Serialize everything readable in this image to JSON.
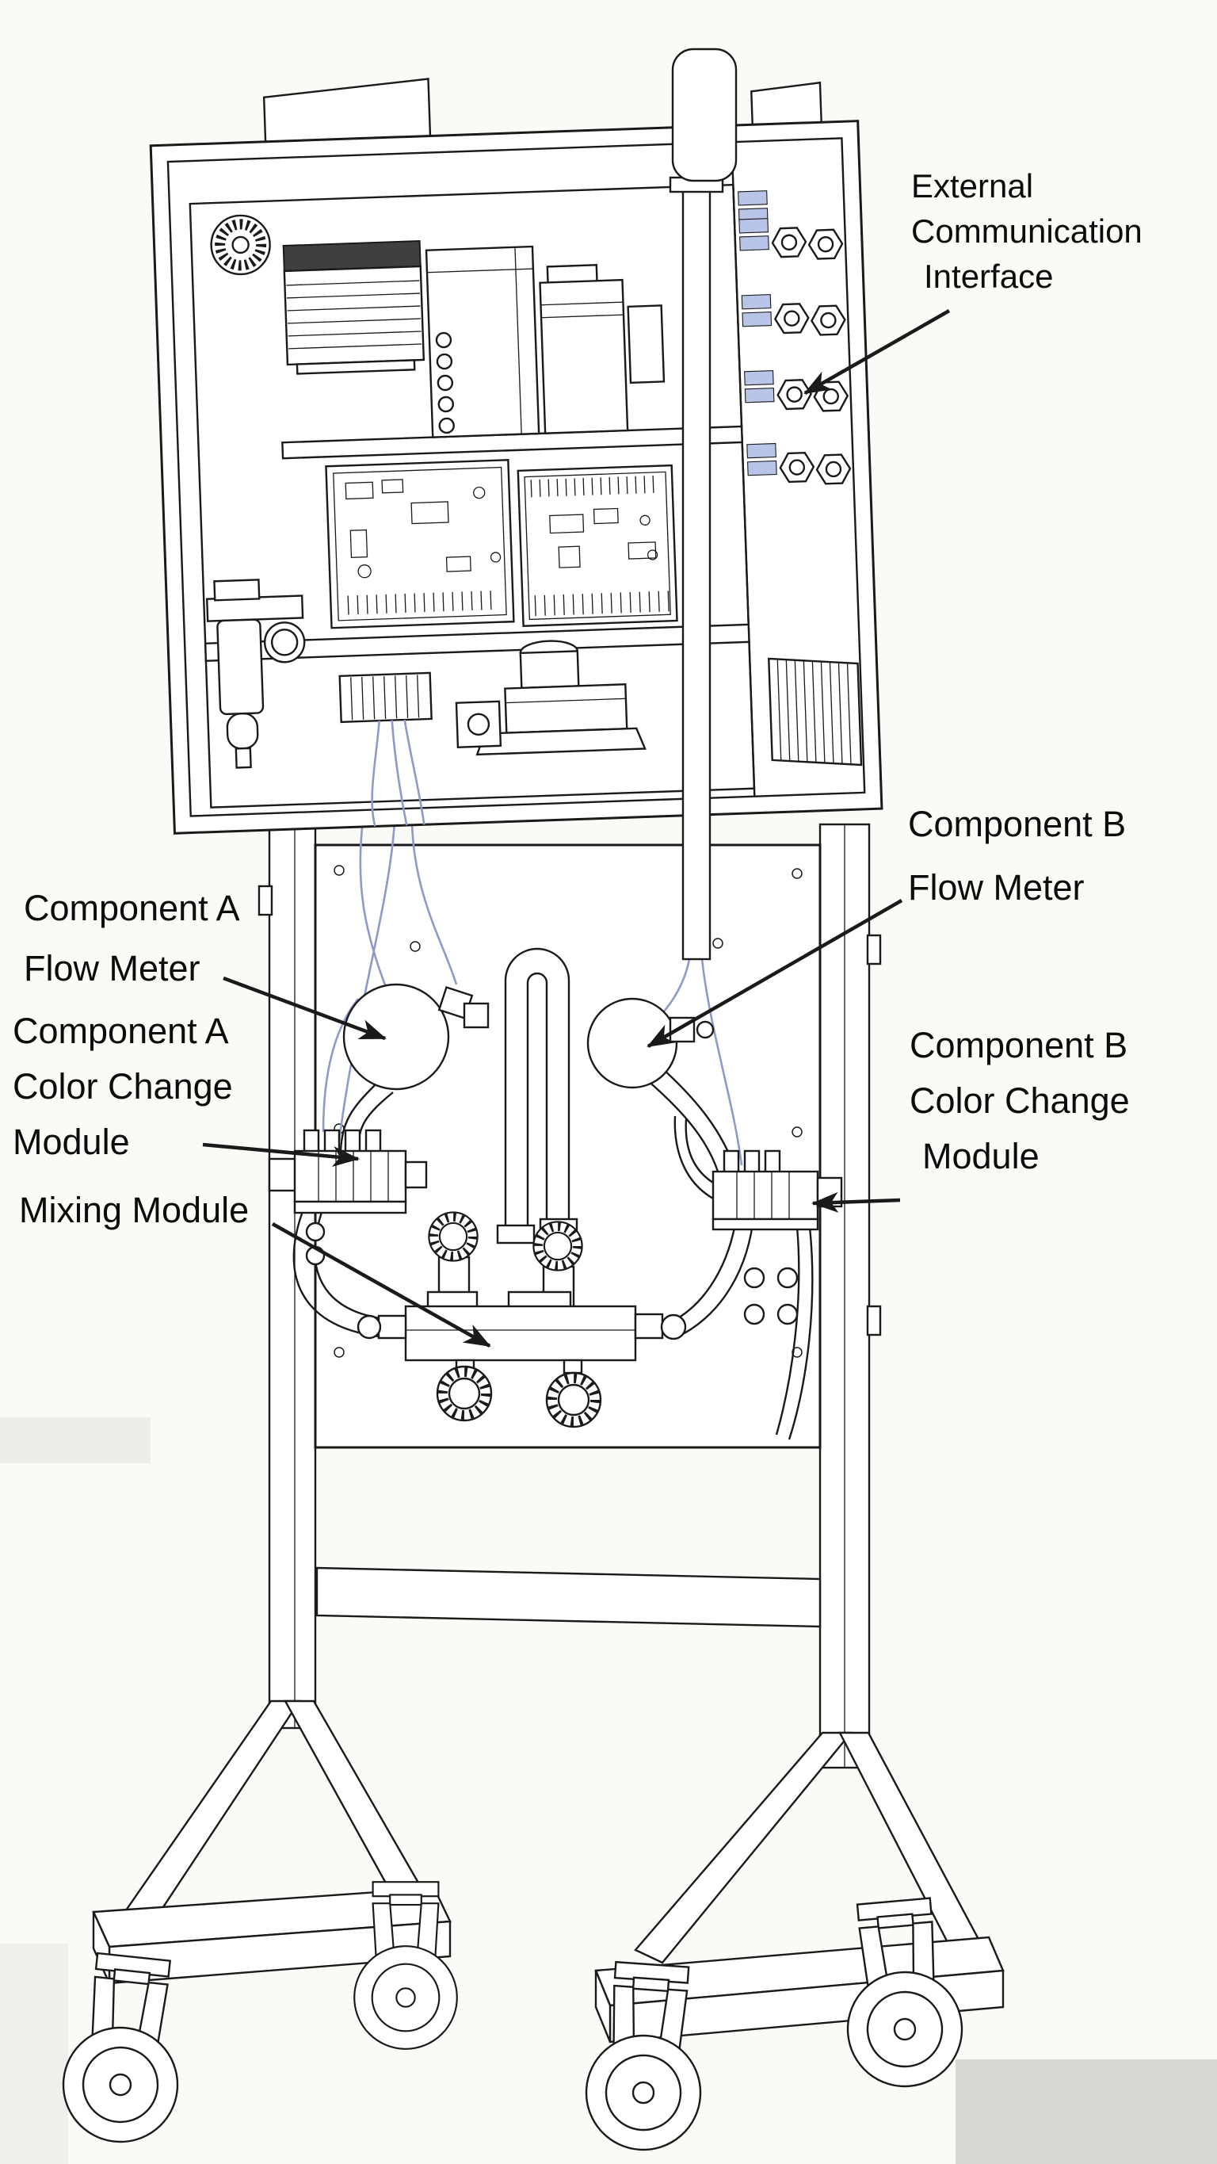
{
  "callouts": [
    {
      "name": "external-communication-interface",
      "lines": [
        "External",
        "Communication",
        "Interface"
      ]
    },
    {
      "name": "component-a-flow-meter",
      "lines": [
        "Component A",
        "Flow Meter"
      ]
    },
    {
      "name": "component-b-flow-meter",
      "lines": [
        "Component B",
        "Flow Meter"
      ]
    },
    {
      "name": "component-a-color-change-module",
      "lines": [
        "Component A",
        "Color Change",
        "Module"
      ]
    },
    {
      "name": "component-b-color-change-module",
      "lines": [
        "Component B",
        "Color Change",
        "Module"
      ]
    },
    {
      "name": "mixing-module",
      "lines": [
        "Mixing Module"
      ]
    }
  ],
  "colors": {
    "line": "#1a1a1a",
    "background": "#fafaf7",
    "tube_highlight": "#8f9ac9",
    "connector_highlight": "#b9c5e8",
    "label_text": "#0c0c0c"
  }
}
